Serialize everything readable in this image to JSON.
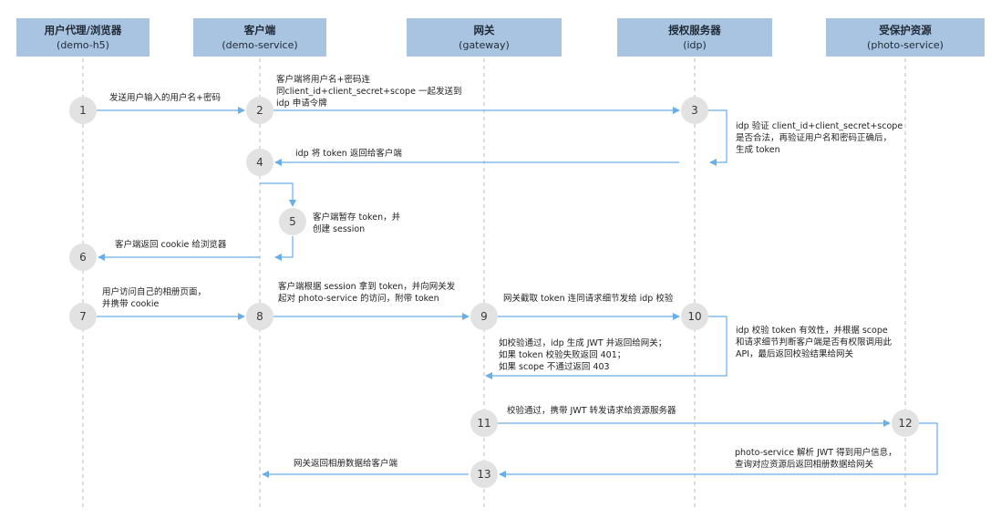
{
  "participants": [
    {
      "name": "用户代理/浏览器",
      "sub": "(demo-h5)"
    },
    {
      "name": "客户端",
      "sub": "(demo-service)"
    },
    {
      "name": "网关",
      "sub": "(gateway)"
    },
    {
      "name": "授权服务器",
      "sub": "(idp)"
    },
    {
      "name": "受保护资源",
      "sub": "(photo-service)"
    }
  ],
  "steps": [
    "1",
    "2",
    "3",
    "4",
    "5",
    "6",
    "7",
    "8",
    "9",
    "10",
    "11",
    "12",
    "13"
  ],
  "messages": {
    "m1": [
      "发送用户输入的用户名+密码"
    ],
    "m2": [
      "客户端将用户名+密码连",
      "同client_id+client_secret+scope 一起发送到",
      "idp 申请令牌"
    ],
    "m3": [
      "idp 验证 client_id+client_secret+scope",
      "是否合法，再验证用户名和密码正确后，",
      "生成 token"
    ],
    "m4": [
      "idp 将 token 返回给客户端"
    ],
    "m5": [
      "客户端暂存  token，并",
      "创建 session"
    ],
    "m6": [
      "客户端返回 cookie 给浏览器"
    ],
    "m7": [
      "用户访问自己的相册页面，",
      "并携带 cookie"
    ],
    "m8": [
      "客户端根据 session 拿到 token，并向网关发",
      "起对 photo-service 的访问，附带 token"
    ],
    "m9": [
      "网关截取 token 连同请求细节发给 idp 校验"
    ],
    "m10": [
      "idp 校验 token 有效性，并根据 scope",
      "和请求细节判断客户端是否有权限调用此",
      "API，最后返回校验结果给网关"
    ],
    "m10r": [
      "如校验通过，idp 生成 JWT 并返回给网关；",
      "如果 token 校验失败返回 401；",
      "如果 scope 不通过返回 403"
    ],
    "m11": [
      "校验通过，携带 JWT 转发请求给资源服务器"
    ],
    "m12": [
      "photo-service 解析 JWT 得到用户信息，",
      "查询对应资源后返回相册数据给网关"
    ],
    "m13": [
      "网关返回相册数据给客户端"
    ]
  },
  "colors": {
    "header_fill": "#a9c4e0",
    "circle_fill": "#e2e2e2",
    "arrow": "#6aaee8",
    "lifeline": "#bbbbbb"
  }
}
